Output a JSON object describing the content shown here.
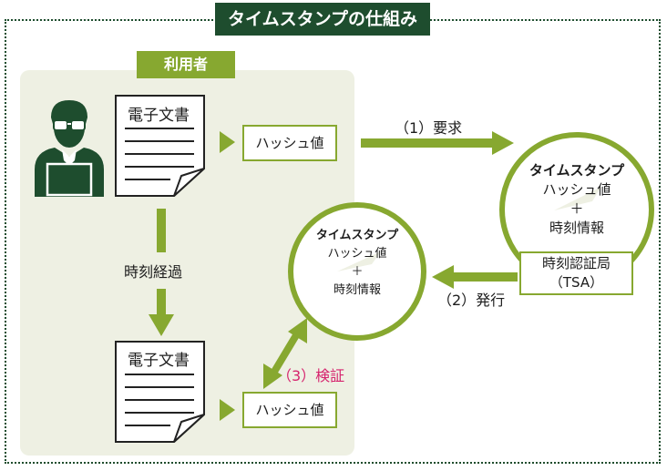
{
  "title": "タイムスタンプの仕組み",
  "user_label": "利用者",
  "document_label": "電子文書",
  "hash_label": "ハッシュ値",
  "elapsed_label": "時刻経過",
  "request_label": "（1）要求",
  "issue_label": "（2）発行",
  "verify_label": "（3）検証",
  "tsa": {
    "name": "時刻認証局",
    "abbr": "（TSA）"
  },
  "timestamp": {
    "title": "タイムスタンプ",
    "line1": "ハッシュ値",
    "plus": "＋",
    "line2": "時刻情報"
  },
  "colors": {
    "dark_green": "#1e4d2e",
    "accent_green": "#87a830",
    "light_bg": "#eef0e3",
    "verify_text": "#d6246e"
  }
}
